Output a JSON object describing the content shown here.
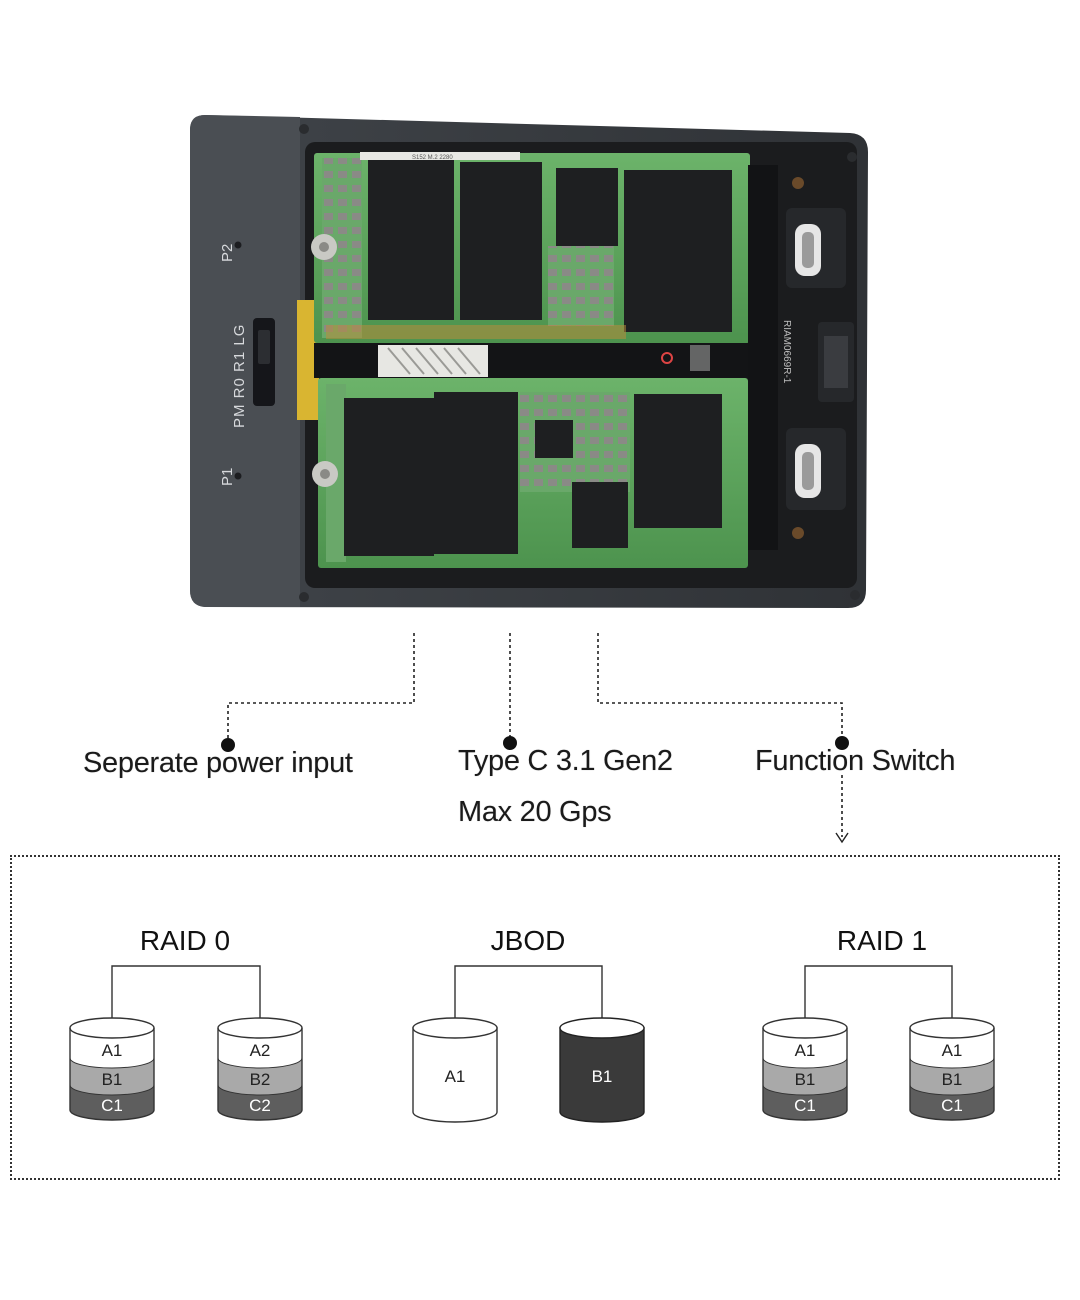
{
  "device": {
    "side_labels": {
      "p2": "P2",
      "mode_labels": "PM R0 R1 LG",
      "p1": "P1"
    },
    "chip_text": {
      "top_ssd": "S152 M.2 2280",
      "bottom_ssd": ""
    },
    "board_text": "RIAM0669R-1"
  },
  "callouts": {
    "power": "Seperate power input",
    "typec_line1": "Type C 3.1 Gen2",
    "typec_line2": "Max 20 Gps",
    "switch": "Function Switch"
  },
  "modes": [
    {
      "title": "RAID 0",
      "disks": [
        [
          "A1",
          "B1",
          "C1"
        ],
        [
          "A2",
          "B2",
          "C2"
        ]
      ]
    },
    {
      "title": "JBOD",
      "disks": [
        [
          "A1"
        ],
        [
          "B1"
        ]
      ]
    },
    {
      "title": "RAID 1",
      "disks": [
        [
          "A1",
          "B1",
          "C1"
        ],
        [
          "A1",
          "B1",
          "C1"
        ]
      ]
    }
  ],
  "colors": {
    "enclosure": "#3d4146",
    "pcb": "#5aa05a",
    "chip": "#1e1f21",
    "layer_top": "#ffffff",
    "layer_mid": "#a9a9a9",
    "layer_bottom": "#5e5e5e",
    "jbod_dark": "#3a3a3a"
  }
}
